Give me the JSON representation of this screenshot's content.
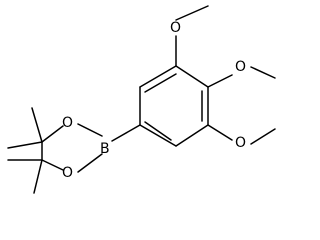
{
  "atoms": {
    "boron": "B",
    "ring_oxygen_top": "O",
    "ring_oxygen_bottom": "O",
    "methoxy_oxygen_top": "O",
    "methoxy_oxygen_middle": "O",
    "methoxy_oxygen_bottom": "O"
  }
}
